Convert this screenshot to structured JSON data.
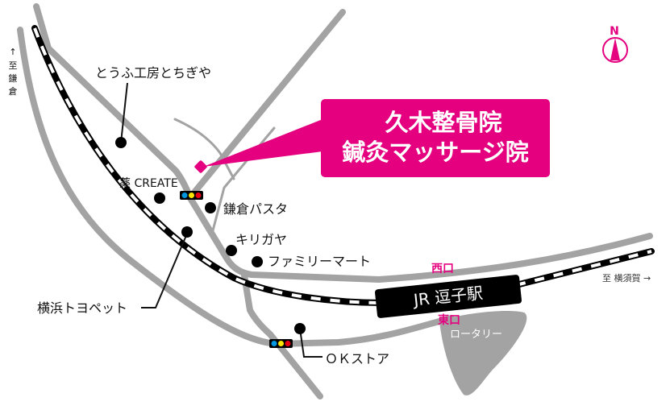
{
  "clinic": {
    "line1": "久木整骨院",
    "line2": "鍼灸マッサージ院",
    "color": "#e4007f"
  },
  "station": {
    "name": "JR 逗子駅",
    "west_exit": "西口",
    "east_exit": "東口",
    "rotary": "ロータリー"
  },
  "directions": {
    "to_kamakura": [
      "↑",
      "至",
      "鎌",
      "倉"
    ],
    "to_yokosuka": "至 横須賀 →"
  },
  "compass": {
    "label": "N"
  },
  "landmarks": {
    "tofu": "とうふ工房とちぎや",
    "kusuri": "薬 CREATE",
    "pasta": "鎌倉パスタ",
    "kirigaya": "キリガヤ",
    "familymart": "ファミリーマート",
    "toyopet": "横浜トヨペット",
    "okstore": "ＯＫストア"
  },
  "colors": {
    "road": "#a3a3a3",
    "accent": "#e4007f",
    "signal_blue": "#0096e0",
    "signal_yellow": "#ffe600",
    "signal_red": "#e60012"
  }
}
